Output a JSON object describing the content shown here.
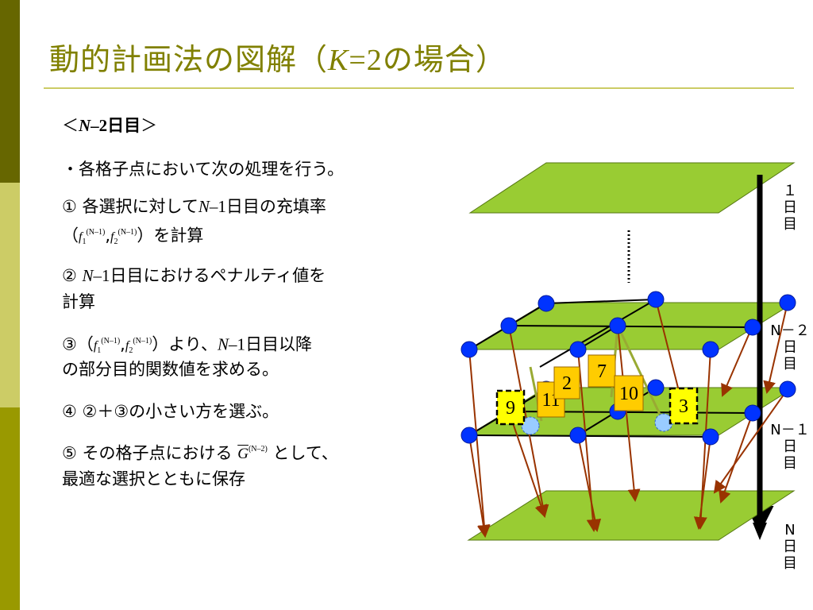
{
  "title": {
    "main": "動的計画法の図解（",
    "k_var": "K",
    "k_eq": "=2",
    "suffix": "の場合）"
  },
  "heading": {
    "open": "＜",
    "n_var": "N",
    "minus2": "–2",
    "day": "日目",
    "close": "＞"
  },
  "lines": {
    "l1": "・各格子点において次の処理を行う。",
    "l2_a": "① 各選択に対して",
    "l2_n": "N",
    "l2_m": "–1",
    "l2_b": "日目の充填率",
    "l3_open": "（",
    "l3_close": "）を計算",
    "l4_a": "②",
    "l4_n": "N",
    "l4_m": "–1",
    "l4_b": "日目におけるペナルティ値を",
    "l5": "計算",
    "l6_a": "③（",
    "l6_b": "）より、",
    "l6_n": "N",
    "l6_m": "–1",
    "l6_c": "日目以降",
    "l7": "の部分目的関数値を求める。",
    "l8": "④ ②＋③の小さい方を選ぶ。",
    "l9_a": "⑤ その格子点における",
    "l9_b": "として、",
    "l10": "最適な選択とともに保存"
  },
  "formula": {
    "f": "f",
    "sub1": "1",
    "sub2": "2",
    "sup": "(N–1)",
    "comma": ",",
    "G": "G",
    "gsup": "(N–2)"
  },
  "diagram": {
    "boxes": [
      {
        "label": "9",
        "color": "#ffff00",
        "dashed": true
      },
      {
        "label": "11",
        "color": "#ffcc00",
        "dashed": false
      },
      {
        "label": "2",
        "color": "#ffcc00",
        "dashed": false
      },
      {
        "label": "7",
        "color": "#ffcc00",
        "dashed": false
      },
      {
        "label": "10",
        "color": "#ffcc00",
        "dashed": false
      },
      {
        "label": "3",
        "color": "#ffff00",
        "dashed": true
      }
    ],
    "labels": {
      "day1": [
        "１",
        "日",
        "目"
      ],
      "dayN2": [
        "N－２",
        "日",
        "目"
      ],
      "dayN1": [
        "N－１",
        "日",
        "目"
      ],
      "dayN": [
        "N",
        "日",
        "目"
      ]
    },
    "colors": {
      "plane": "#99cc33",
      "node": "#0033ff",
      "arrow": "#993300",
      "light_node": "#99ccff"
    }
  }
}
